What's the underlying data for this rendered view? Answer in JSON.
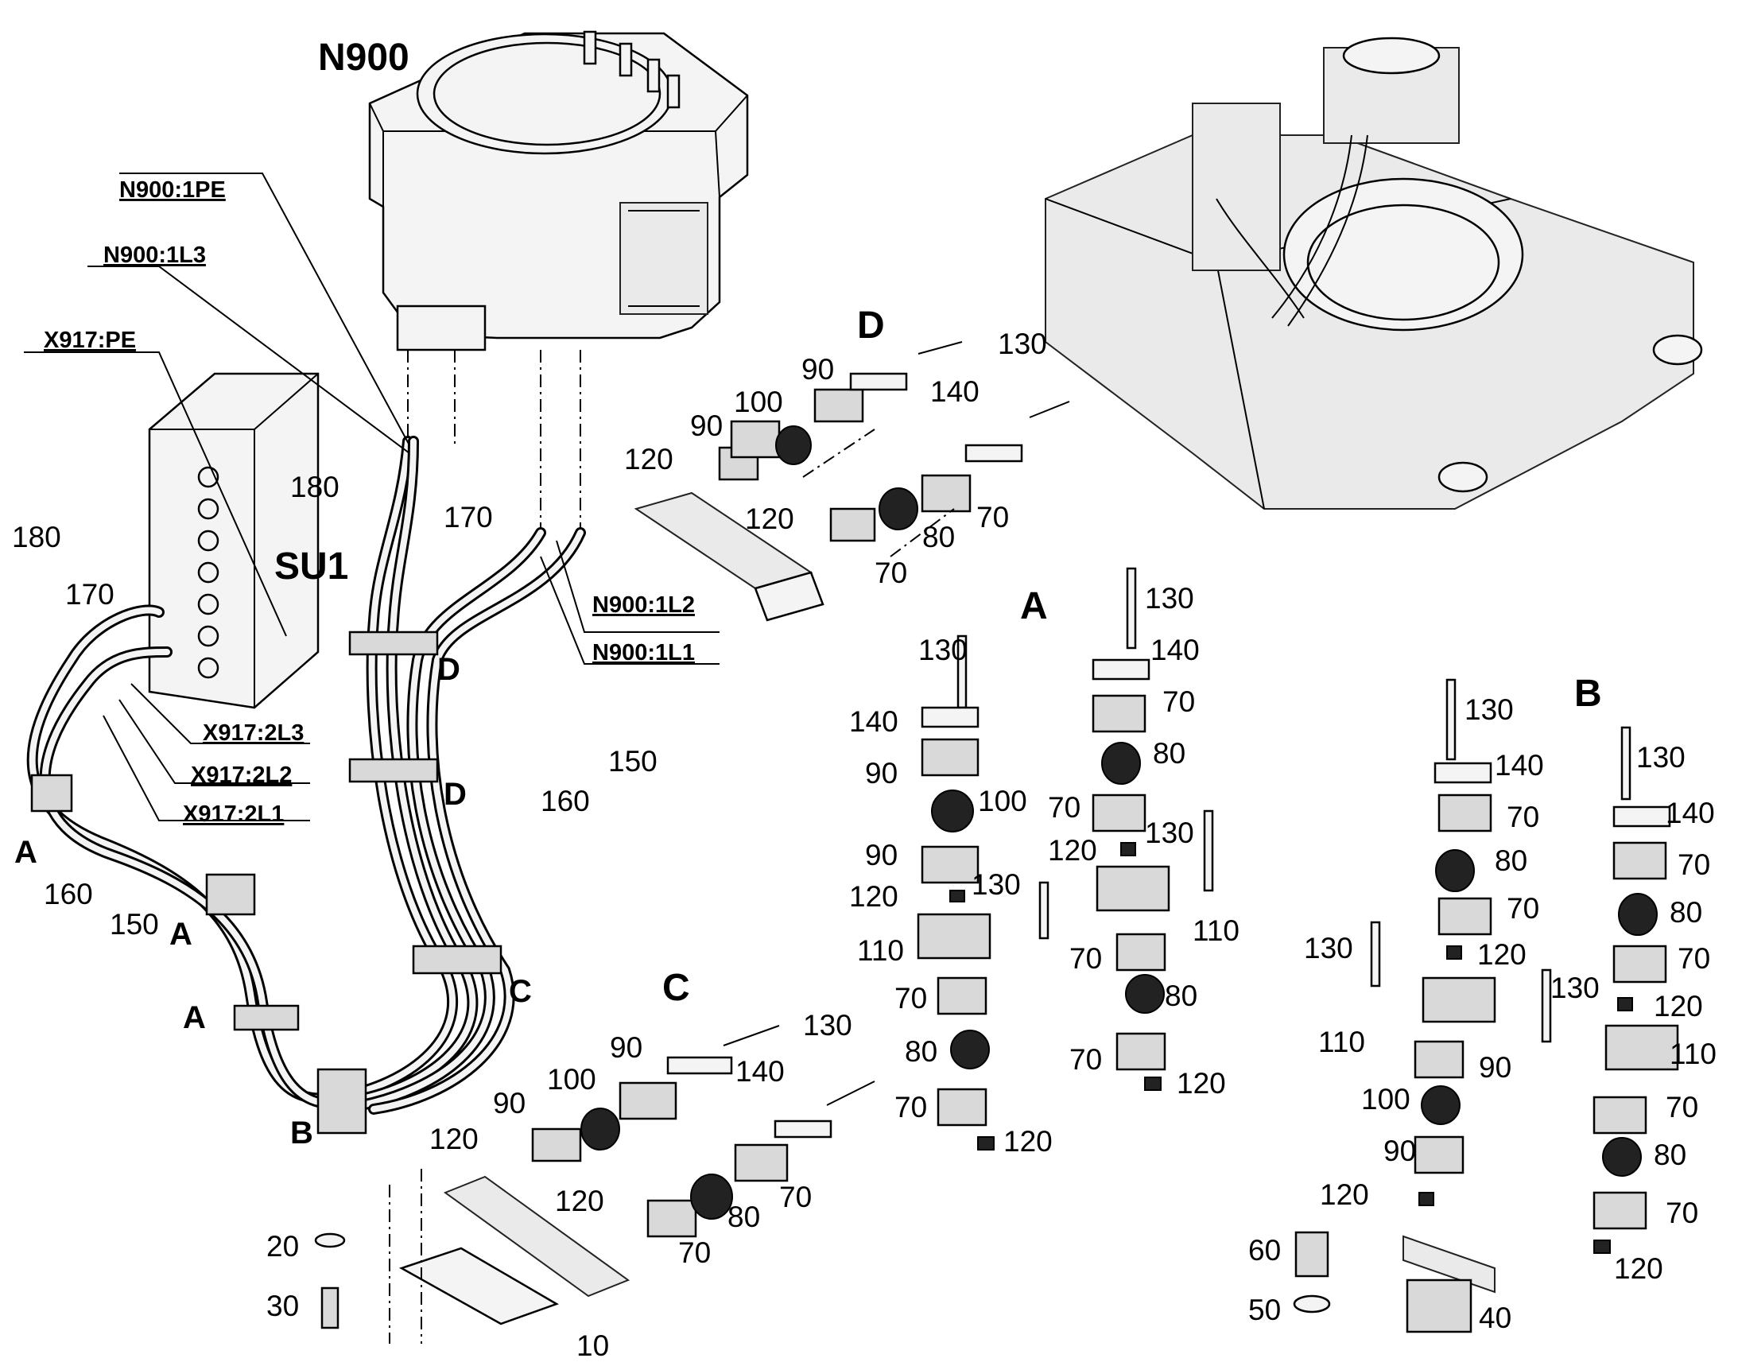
{
  "machine_labels": {
    "n900": "N900",
    "su1": "SU1"
  },
  "reference_labels": {
    "n900_1pe": "N900:1PE",
    "n900_1l3": "N900:1L3",
    "x917_pe": "X917:PE",
    "n900_1l2": "N900:1L2",
    "n900_1l1": "N900:1L1",
    "x917_2l3": "X917:2L3",
    "x917_2l2": "X917:2L2",
    "x917_2l1": "X917:2L1"
  },
  "detail_labels": {
    "a": "A",
    "b": "B",
    "c": "C",
    "d": "D"
  },
  "cable_callouts": {
    "c180_left": "180",
    "c170_left": "170",
    "c160_left": "160",
    "c150_left": "150",
    "c180_mid": "180",
    "c170_mid": "170",
    "c160_mid": "160",
    "c150_mid": "150"
  },
  "route_markers": {
    "a1": "A",
    "a2": "A",
    "a3": "A",
    "b1": "B",
    "c1": "C",
    "d1": "D",
    "d2": "D"
  },
  "detail_d_parts": {
    "p130a": "130",
    "p90a": "90",
    "p140a": "140",
    "p100": "100",
    "p90b": "90",
    "p120a": "120",
    "p120b": "120",
    "p70a": "70",
    "p80": "80",
    "p70b": "70"
  },
  "detail_c_parts": {
    "p130": "130",
    "p90a": "90",
    "p140": "140",
    "p100": "100",
    "p90b": "90",
    "p120a": "120",
    "p120b": "120",
    "p70a": "70",
    "p80": "80",
    "p70b": "70",
    "p20": "20",
    "p30": "30",
    "p10": "10"
  },
  "detail_a_parts": {
    "p130a": "130",
    "p140a": "140",
    "p90a": "90",
    "p100": "100",
    "p90b": "90",
    "p120a": "120",
    "p130b": "130",
    "p110a": "110",
    "p70a": "70",
    "p80a": "80",
    "p70b": "70",
    "p120b": "120",
    "p130c": "130",
    "p140b": "140",
    "p70c": "70",
    "p80b": "80",
    "p70d": "70",
    "p120c": "120",
    "p130d": "130",
    "p110b": "110",
    "p70e": "70",
    "p80c": "80",
    "p70f": "70",
    "p120d": "120"
  },
  "detail_b_parts": {
    "p130a": "130",
    "p140a": "140",
    "p70a": "70",
    "p80a": "80",
    "p70b": "70",
    "p120a": "120",
    "p130b": "130",
    "p110a": "110",
    "p90a": "90",
    "p100": "100",
    "p90b": "90",
    "p120b": "120",
    "p60": "60",
    "p50": "50",
    "p40": "40",
    "p130c": "130",
    "p140b": "140",
    "p70c": "70",
    "p80b": "80",
    "p70d": "70",
    "p130d": "130",
    "p120c": "120",
    "p110b": "110",
    "p70e": "70",
    "p80c": "80",
    "p70f": "70",
    "p120d": "120"
  }
}
